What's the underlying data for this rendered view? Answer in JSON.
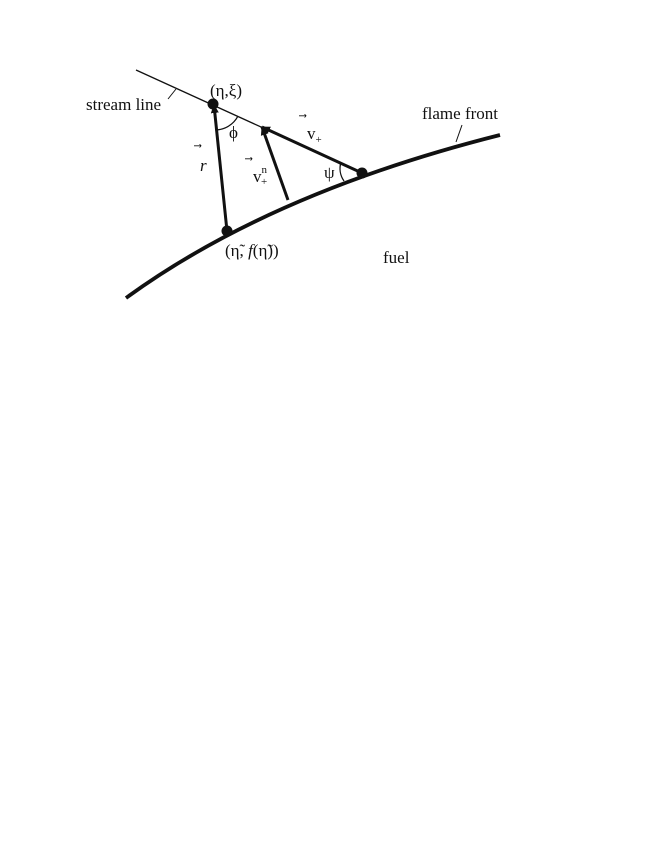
{
  "labels": {
    "stream_line": "stream line",
    "flame_front": "flame front",
    "fuel": "fuel",
    "point_top": "(η,ξ)",
    "point_front_open": "(η̃, ",
    "point_front_f": "f",
    "point_front_close": "(η̃))",
    "r_vector": "r",
    "v_plus": "v",
    "v_plus_sub": "+",
    "v_plus_n": "v",
    "v_plus_n_sub": "+",
    "v_plus_n_sup": "n",
    "angle_phi": "ϕ",
    "angle_psi": "ψ",
    "vec_arrow": "⃗"
  },
  "colors": {
    "ink": "#111111"
  }
}
